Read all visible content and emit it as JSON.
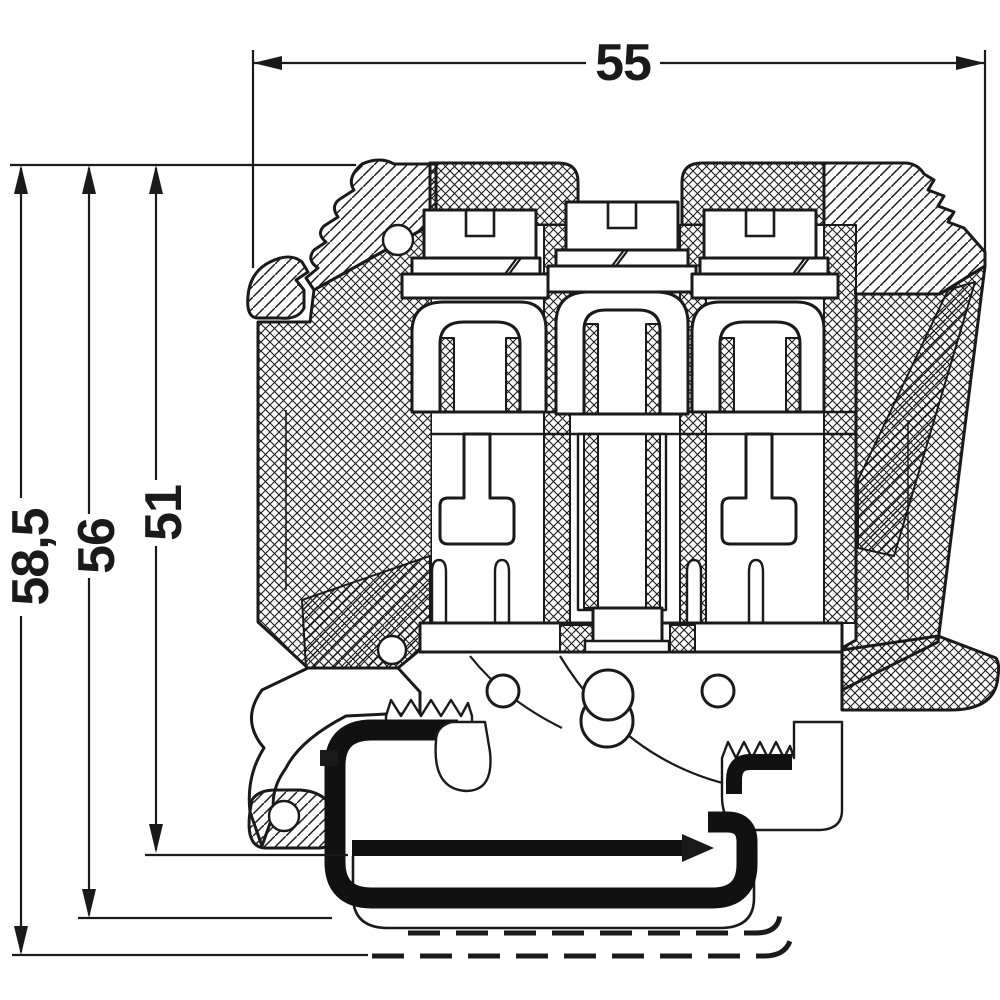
{
  "drawing": {
    "kind": "terminal-block-cross-section",
    "dimensions": {
      "width": "55",
      "total_height": "58,5",
      "rail_height": "56",
      "body_height": "51"
    },
    "colors": {
      "line": "#1a1a1a",
      "background": "#ffffff",
      "rail_fill": "#111111"
    }
  }
}
